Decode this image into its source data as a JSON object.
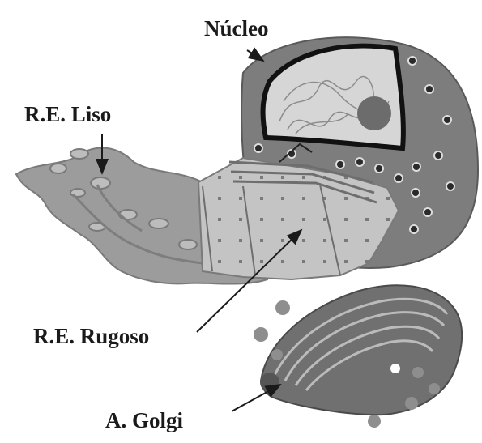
{
  "labels": {
    "nucleus": "Núcleo",
    "smooth_er": "R.E. Liso",
    "rough_er": "R.E. Rugoso",
    "golgi": "A. Golgi"
  },
  "colors": {
    "background": "#ffffff",
    "nucleus_body": "#7d7d7d",
    "nucleolus": "#6c6c6c",
    "nuclear_content": "#d6d6d6",
    "nuclear_envelope": "#111111",
    "smooth_er": "#9c9c9c",
    "rough_er": "#c4c4c4",
    "golgi": "#707070",
    "vesicle": "#8e8e8e",
    "arrow": "#1a1a1a"
  }
}
